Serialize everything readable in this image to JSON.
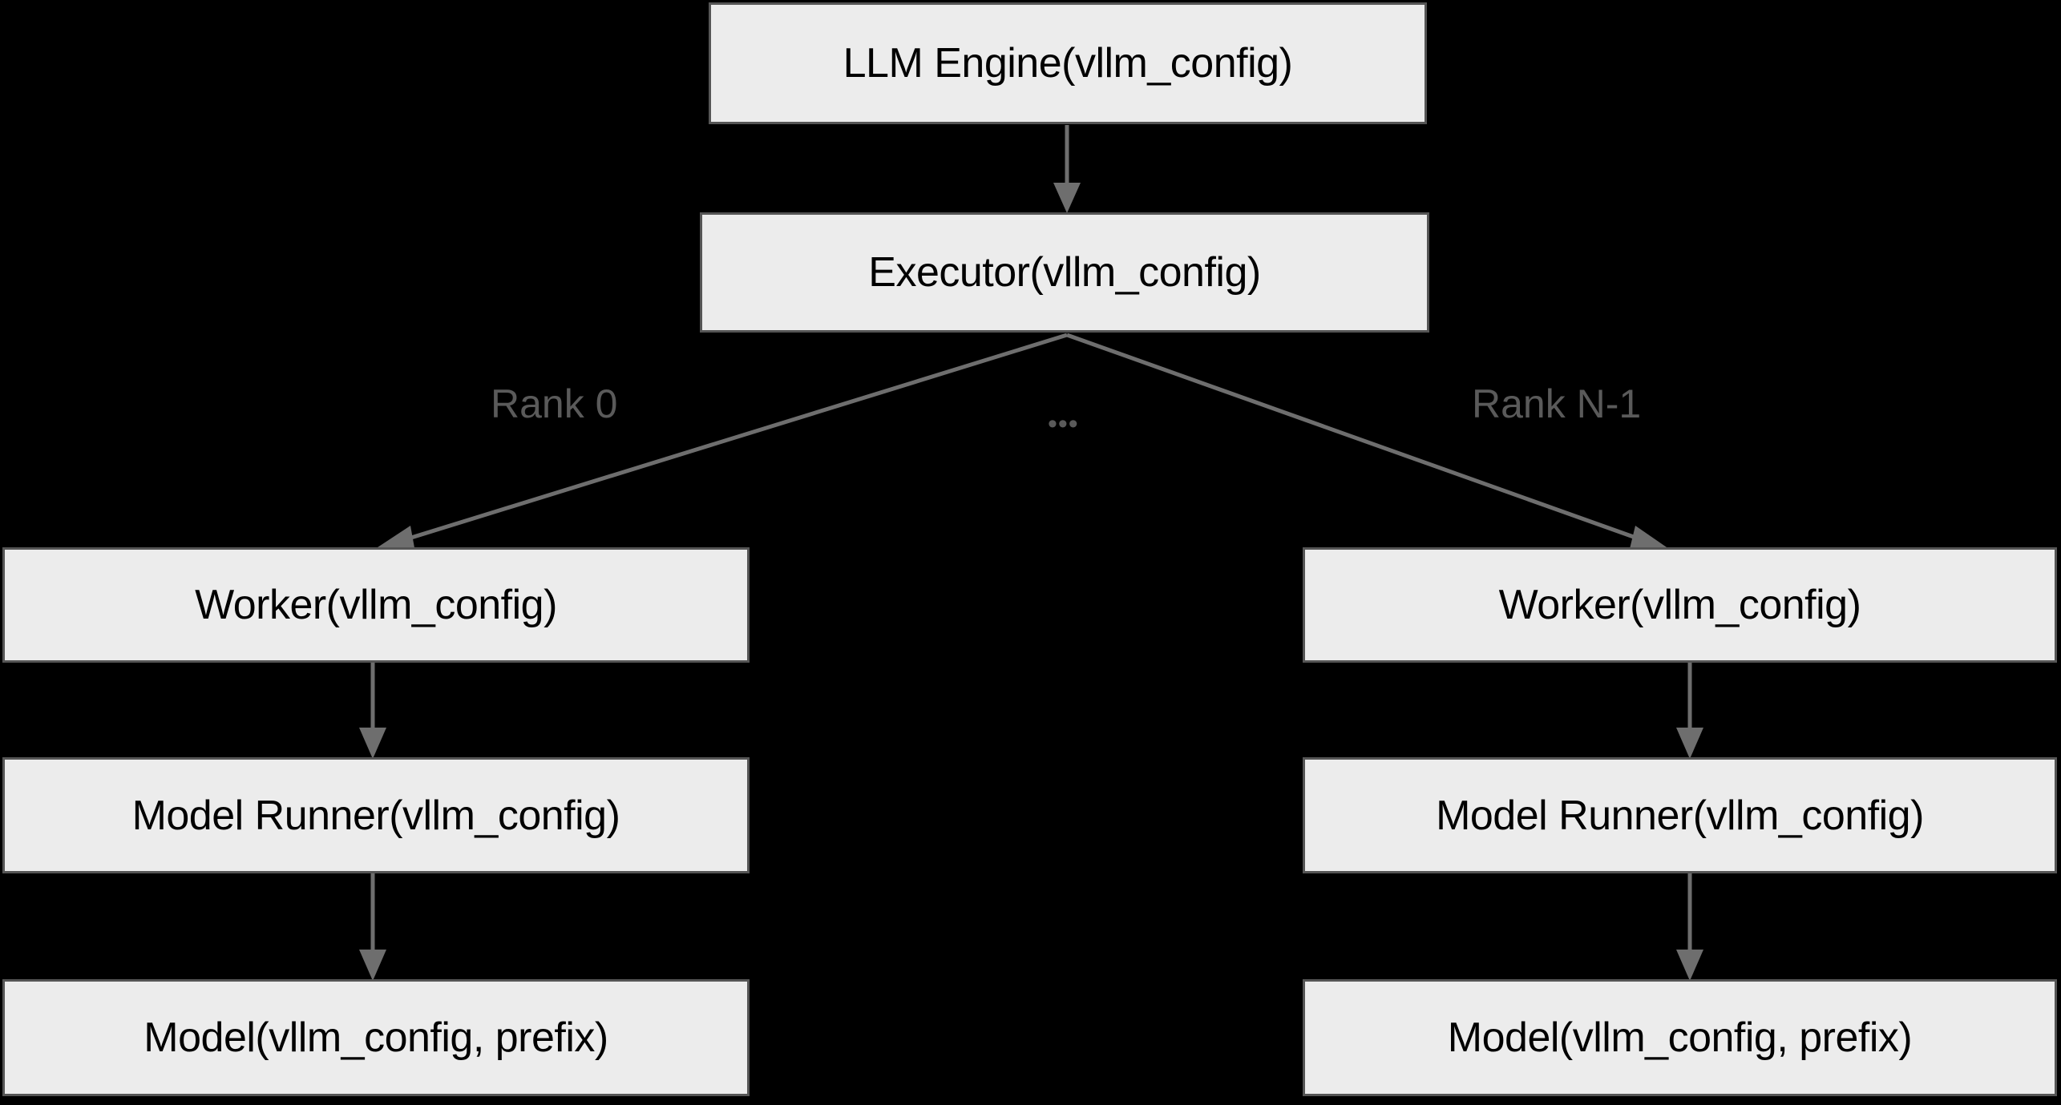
{
  "diagram": {
    "title": "vLLM configuration propagation hierarchy",
    "background_color": "#000000",
    "node_fill": "#ececec",
    "node_border": "#555555",
    "edge_color": "#6e6e6e",
    "label_color": "#5a5a5a",
    "nodes": {
      "llm_engine": "LLM Engine(vllm_config)",
      "executor": "Executor(vllm_config)",
      "worker_left": "Worker(vllm_config)",
      "model_runner_left": "Model Runner(vllm_config)",
      "model_left": "Model(vllm_config, prefix)",
      "worker_right": "Worker(vllm_config)",
      "model_runner_right": "Model Runner(vllm_config)",
      "model_right": "Model(vllm_config, prefix)"
    },
    "edge_labels": {
      "rank_first": "Rank 0",
      "rank_ellipsis": "•••",
      "rank_last": "Rank N-1"
    }
  }
}
